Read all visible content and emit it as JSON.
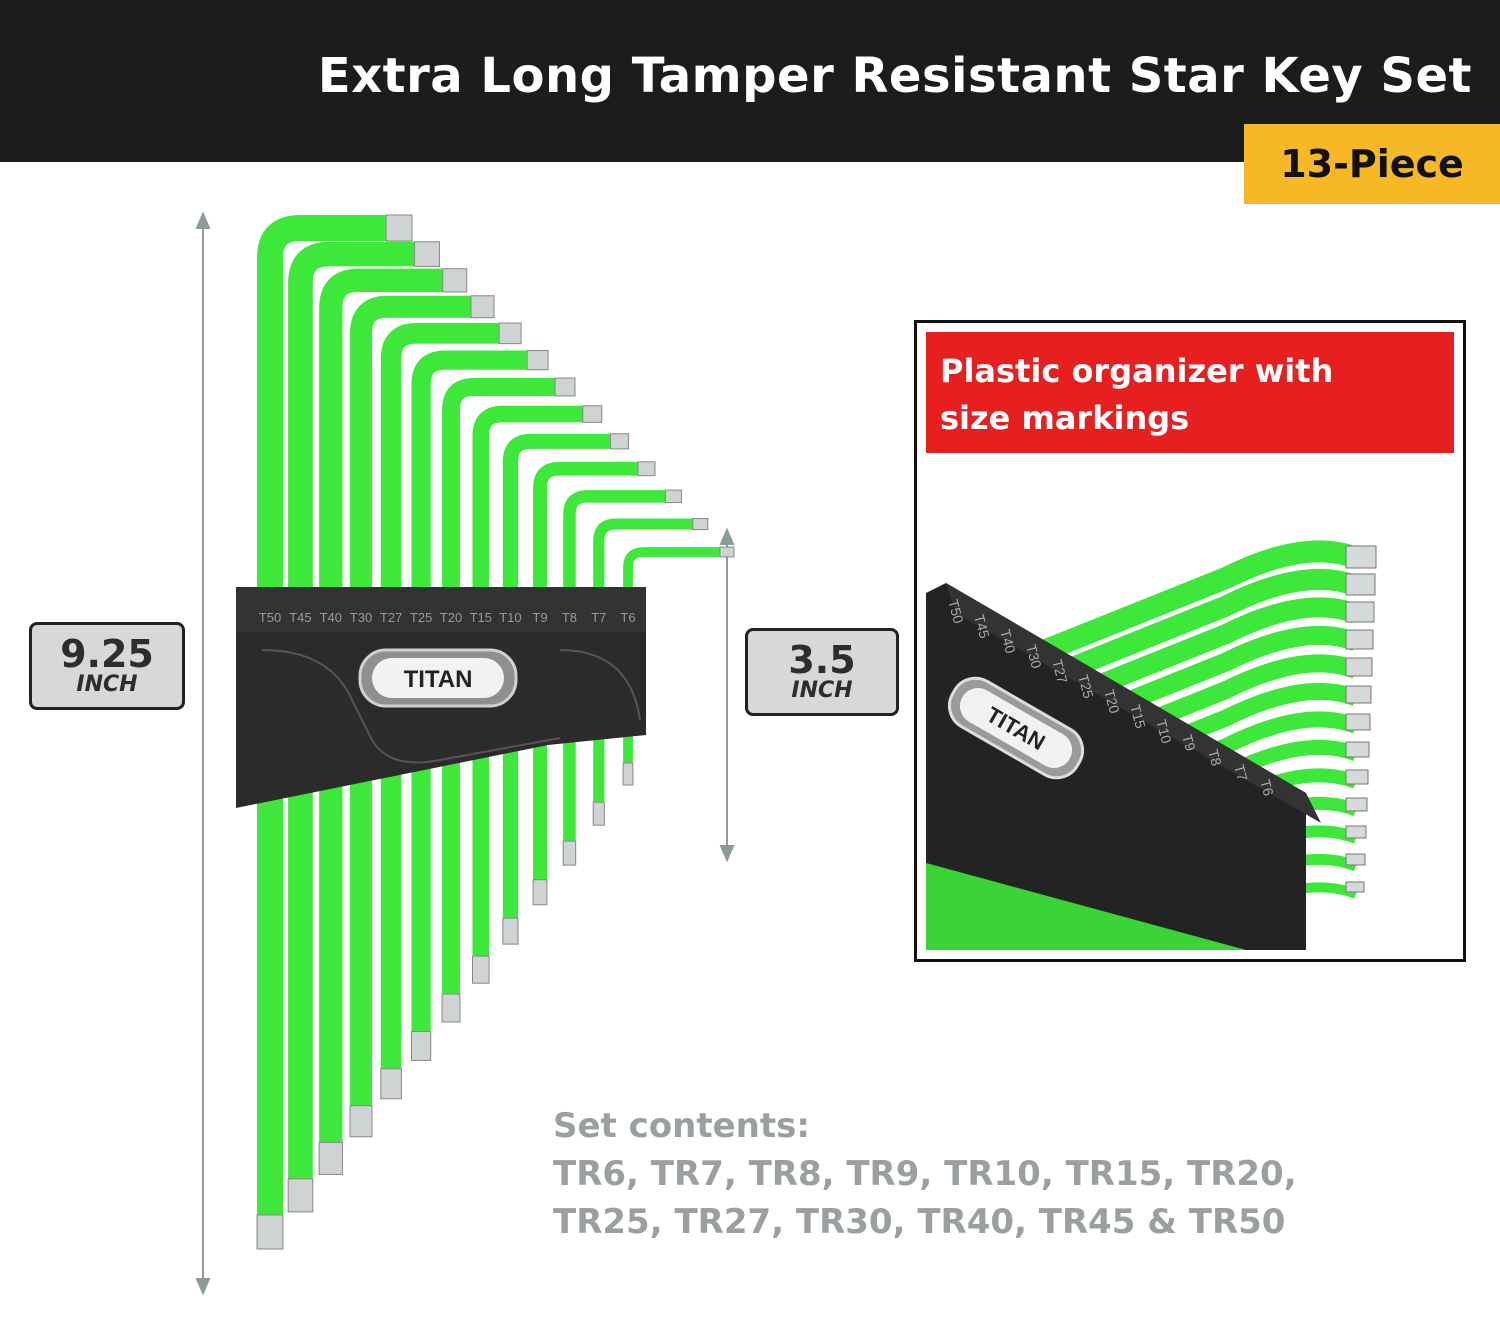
{
  "header": {
    "title": "Extra Long Tamper Resistant Star Key Set",
    "badge": "13-Piece"
  },
  "dimensions": {
    "long": {
      "value": "9.25",
      "unit": "INCH"
    },
    "short": {
      "value": "3.5",
      "unit": "INCH"
    }
  },
  "organizer": {
    "brand": "TITAN",
    "size_markings": [
      "T50",
      "T45",
      "T40",
      "T30",
      "T27",
      "T25",
      "T20",
      "T15",
      "T10",
      "T9",
      "T8",
      "T7",
      "T6"
    ]
  },
  "callout": {
    "line1": "Plastic organizer with",
    "line2": "size markings",
    "inset_markings": [
      "T50",
      "T45",
      "T40",
      "T30",
      "T27",
      "T25",
      "T20",
      "T15",
      "T10",
      "T9",
      "T8",
      "T7",
      "T6"
    ]
  },
  "contents": {
    "heading": "Set contents:",
    "line1": "TR6, TR7, TR8, TR9, TR10, TR15, TR20,",
    "line2": "TR25, TR27, TR30, TR40, TR45 & TR50"
  },
  "colors": {
    "header": "#1c1c1c",
    "badge": "#f6b824",
    "callout_header": "#e81f1f",
    "key_green": "#3ee83a"
  }
}
